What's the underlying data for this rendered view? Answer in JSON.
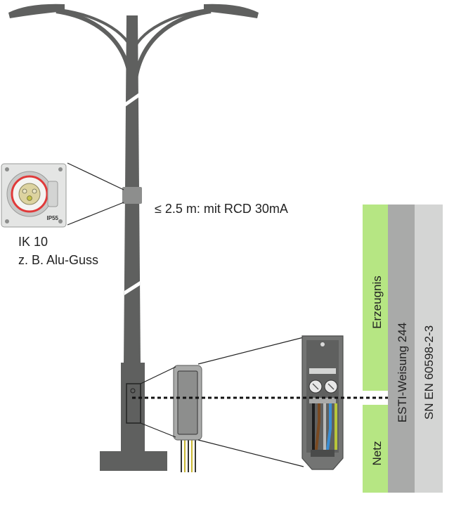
{
  "socket_label": {
    "line1": "IK 10",
    "line2": "z. B. Alu-Guss"
  },
  "height_note": "≤ 2.5 m: mit RCD 30mA",
  "socket_rating": "IP55",
  "standards": {
    "erzeugnis": "Erzeugnis",
    "netz": "Netz",
    "esti": "ESTI-Weisung 244",
    "sn_en": "SN EN 60598-2-3"
  },
  "colors": {
    "pole": "#5f605f",
    "pole_light": "#8d8e8d",
    "green_band": "#b6e683",
    "mid_gray_band": "#a9aaa9",
    "light_gray_band": "#d4d5d4",
    "socket_red": "#e03a3a"
  }
}
